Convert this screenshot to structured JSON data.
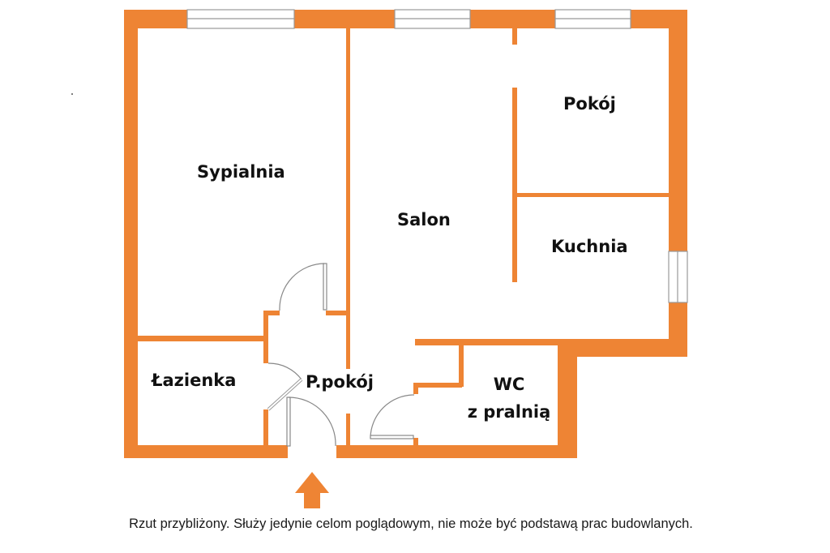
{
  "floorplan": {
    "colors": {
      "wall": "#EE8434",
      "window_frame": "#999999",
      "door_line": "#888888",
      "background": "#FFFFFF",
      "text": "#111111"
    },
    "rooms": [
      {
        "id": "sypialnia",
        "label": "Sypialnia"
      },
      {
        "id": "salon",
        "label": "Salon"
      },
      {
        "id": "pokoj",
        "label": "Pokój"
      },
      {
        "id": "kuchnia",
        "label": "Kuchnia"
      },
      {
        "id": "lazienka",
        "label": "Łazienka"
      },
      {
        "id": "przedpokoj",
        "label": "P.pokój"
      },
      {
        "id": "wc",
        "label_line1": "WC",
        "label_line2": "z pralnią"
      }
    ],
    "entrance_icon": "arrow-up-icon",
    "windows": 4,
    "doors": 4
  },
  "caption": "Rzut przybliżony. Służy jedynie celom poglądowym, nie może być podstawą prac budowlanych."
}
